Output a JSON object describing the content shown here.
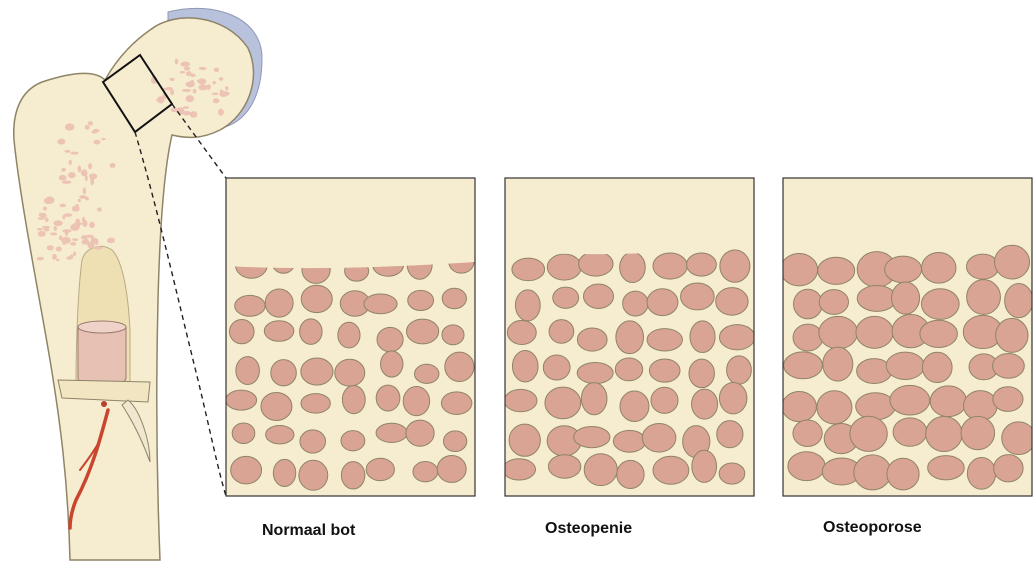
{
  "panels": [
    {
      "id": "normal",
      "label": "Normaal bot"
    },
    {
      "id": "osteopenie",
      "label": "Osteopenie"
    },
    {
      "id": "osteoporose",
      "label": "Osteoporose"
    }
  ],
  "colors": {
    "bone": "#f6ecd0",
    "bone_light": "#f9f1dc",
    "bone_edge": "#8f8468",
    "marrow": "#d9a494",
    "pore": "#ecc3b5",
    "cartilage": "#b8c2dc",
    "vessel": "#c9452e",
    "outline": "#222222"
  }
}
